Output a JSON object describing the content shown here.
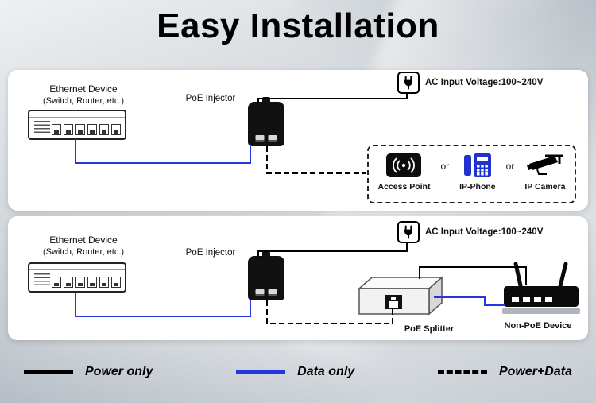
{
  "title": "Easy Installation",
  "colors": {
    "data_line": "#2337e0",
    "power_line": "#000000",
    "phone_icon": "#2033cc"
  },
  "panel_top": {
    "ethernet_device": {
      "line1": "Ethernet Device",
      "line2": "(Switch, Router, etc.)"
    },
    "poe_injector_label": "PoE Injector",
    "ac_input_label": "AC Input Voltage:100~240V",
    "or_label": "or",
    "access_point_label": "Access Point",
    "ip_phone_label": "IP-Phone",
    "ip_camera_label": "IP Camera"
  },
  "panel_bottom": {
    "ethernet_device": {
      "line1": "Ethernet Device",
      "line2": "(Switch, Router, etc.)"
    },
    "poe_injector_label": "PoE Injector",
    "ac_input_label": "AC Input Voltage:100~240V",
    "poe_splitter_label": "PoE Splitter",
    "non_poe_device_label": "Non-PoE Device"
  },
  "legend": {
    "power_only": "Power only",
    "data_only": "Data only",
    "power_data": "Power+Data"
  }
}
